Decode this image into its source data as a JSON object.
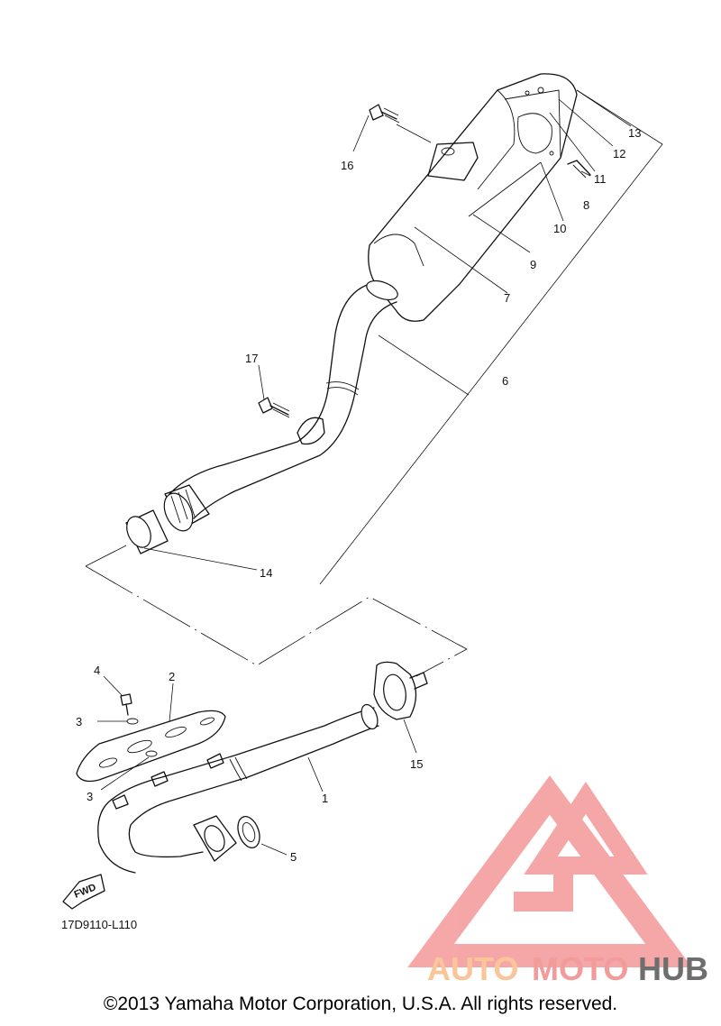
{
  "diagram_code": "17D9110-L110",
  "copyright": "©2013 Yamaha Motor Corporation, U.S.A. All rights reserved.",
  "fwd_label": "FWD",
  "watermark": {
    "part1": "AUTO",
    "part2": "MOTO",
    "part3": "HUB",
    "color_red": "#f39a9a",
    "color_orange": "#fbc59a",
    "color_grey": "#6e6e6e"
  },
  "callouts": [
    "1",
    "2",
    "3",
    "3",
    "4",
    "5",
    "6",
    "7",
    "8",
    "9",
    "10",
    "11",
    "12",
    "13",
    "14",
    "15",
    "16",
    "17"
  ]
}
